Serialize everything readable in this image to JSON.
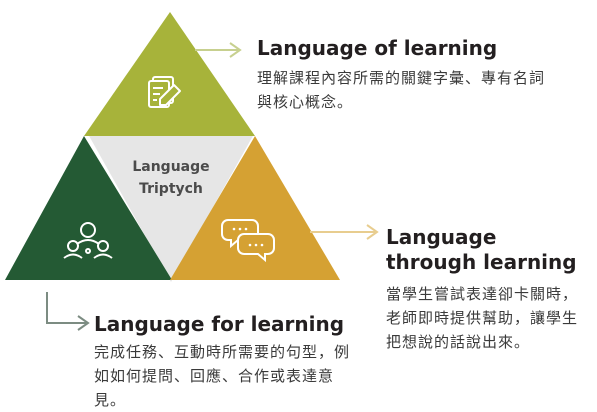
{
  "center": {
    "line1": "Language",
    "line2": "Triptych"
  },
  "sections": {
    "of": {
      "title": "Language of learning",
      "desc": "理解課程內容所需的關鍵字彙、專有名詞與核心概念。",
      "color": "#a7b33a",
      "icon": "document-pencil-icon"
    },
    "through": {
      "title_line1": "Language",
      "title_line2": "through learning",
      "desc": "當學生嘗試表達卻卡關時，老師即時提供幫助，讓學生把想說的話說出來。",
      "color": "#d5a133",
      "icon": "chat-bubbles-icon"
    },
    "for": {
      "title": "Language for learning",
      "desc": "完成任務、互動時所需要的句型，例如如何提問、回應、合作或表達意見。",
      "color": "#245a34",
      "icon": "group-people-icon"
    }
  },
  "colors": {
    "center_fill": "#e6e6e6",
    "arrow": "#c7d08f"
  }
}
